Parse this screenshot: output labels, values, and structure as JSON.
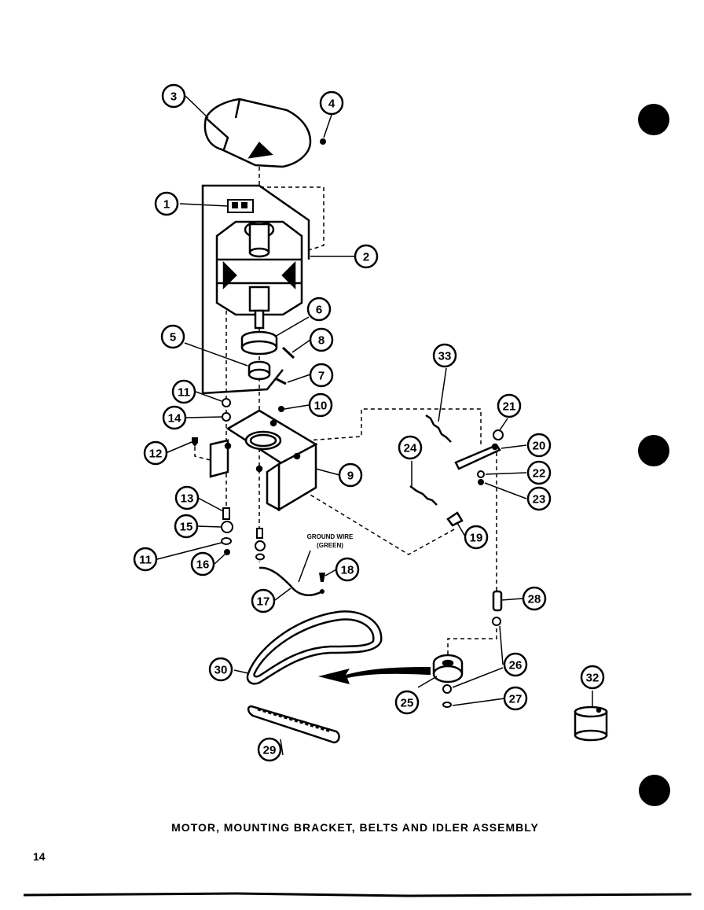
{
  "title": "MOTOR, MOUNTING BRACKET, BELTS AND IDLER ASSEMBLY",
  "page_number": "14",
  "ground_wire_label": [
    "GROUND WIRE",
    "(GREEN)"
  ],
  "callouts": [
    "1",
    "2",
    "3",
    "4",
    "5",
    "6",
    "7",
    "8",
    "9",
    "10",
    "11",
    "11",
    "12",
    "13",
    "14",
    "15",
    "16",
    "17",
    "18",
    "19",
    "20",
    "21",
    "22",
    "23",
    "24",
    "25",
    "26",
    "27",
    "28",
    "29",
    "30",
    "32",
    "33"
  ]
}
